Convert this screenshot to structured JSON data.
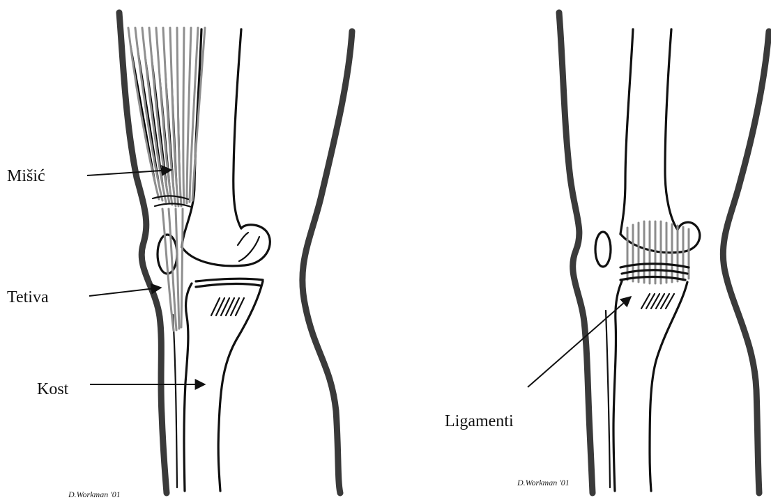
{
  "labels": {
    "muscle": "Mišić",
    "tendon": "Tetiva",
    "bone": "Kost",
    "ligaments": "Ligamenti"
  },
  "signatures": {
    "left": "D.Workman '01",
    "right": "D.Workman '01"
  },
  "colors": {
    "background": "#ffffff",
    "ink": "#111111",
    "muscle_gray": "#8f8f8f"
  }
}
